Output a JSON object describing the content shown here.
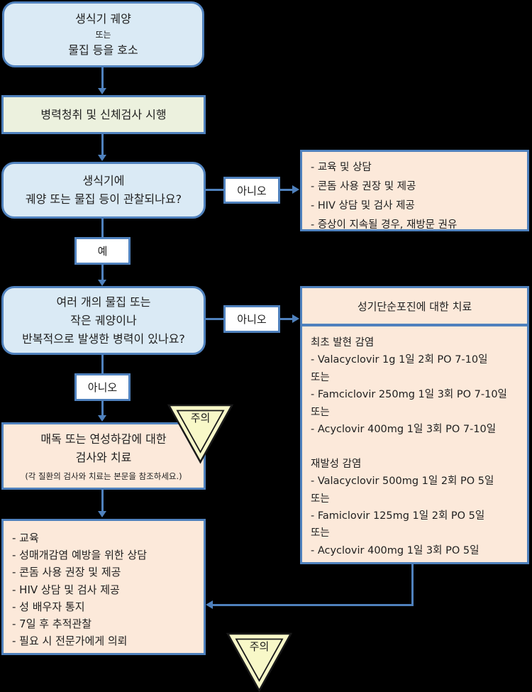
{
  "colors": {
    "border_blue": "#4f81bd",
    "fill_blue": "#daeaf5",
    "fill_green": "#ecf1de",
    "fill_peach": "#fce9da",
    "fill_yellow": "#f8f8c8",
    "label_bg": "#ffffff"
  },
  "labels": {
    "yes": "예",
    "no": "아니오",
    "caution": "주의"
  },
  "flow": {
    "complaint": {
      "line1": "생식기 궤양",
      "line2": "또는",
      "line3": "물집 등을 호소"
    },
    "history": "병력청취 및 신체검사 시행",
    "q1": {
      "line1": "생식기에",
      "line2": "궤양 또는 물집 등이 관찰되나요?"
    },
    "outcome1": [
      "- 교육 및 상담",
      "- 콘돔 사용 권장 및 제공",
      "- HIV 상담 및 검사 제공",
      "- 증상이 지속될 경우, 재방문 권유"
    ],
    "q2": {
      "line1": "여러 개의 물집 또는",
      "line2": "작은 궤양이나",
      "line3": "반복적으로 발생한 병력이 있나요?"
    },
    "herpes": {
      "title": "성기단순포진에 대한 치료",
      "body": [
        "최초 발현 감염",
        "- Valacyclovir 1g 1일 2회 PO 7-10일",
        "또는",
        "- Famciclovir 250mg 1일 3회 PO 7-10일",
        "또는",
        "- Acyclovir 400mg 1일 3회 PO 7-10일",
        "",
        "재발성 감염",
        "- Valacyclovir 500mg 1일 2회 PO 5일",
        "또는",
        "- Famiclovir 125mg 1일 2회 PO 5일",
        "또는",
        "- Acyclovir 400mg 1일 3회 PO 5일"
      ]
    },
    "syphilis": {
      "line1": "매독 또는 연성하감에 대한",
      "line2": "검사와 치료",
      "note": "(각 질환의 검사와 치료는 본문을 참조하세요.)"
    },
    "final": [
      "- 교육",
      "- 성매개감염 예방을 위한 상담",
      "- 콘돔 사용 권장 및 제공",
      "- HIV 상담 및 검사 제공",
      "- 성 배우자 통지",
      "- 7일 후 추적관찰",
      "- 필요 시 전문가에게 의뢰"
    ]
  }
}
